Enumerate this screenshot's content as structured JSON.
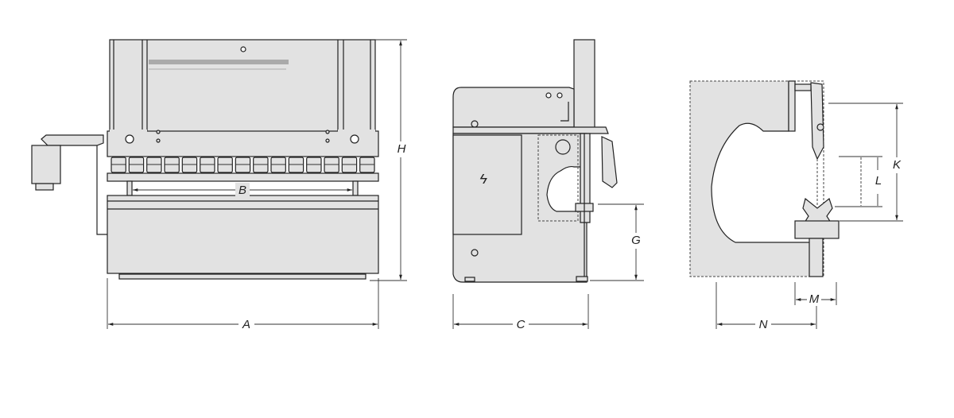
{
  "diagram": {
    "views": [
      "front-view",
      "side-view",
      "section-view"
    ],
    "fill_color": "#e2e2e2",
    "line_color": "#222222",
    "electrical_symbol_icon": "lightning-bolt-icon",
    "dimensions": {
      "A": "A",
      "B": "B",
      "C": "C",
      "G": "G",
      "H": "H",
      "K": "K",
      "L": "L",
      "M": "M",
      "N": "N"
    }
  }
}
